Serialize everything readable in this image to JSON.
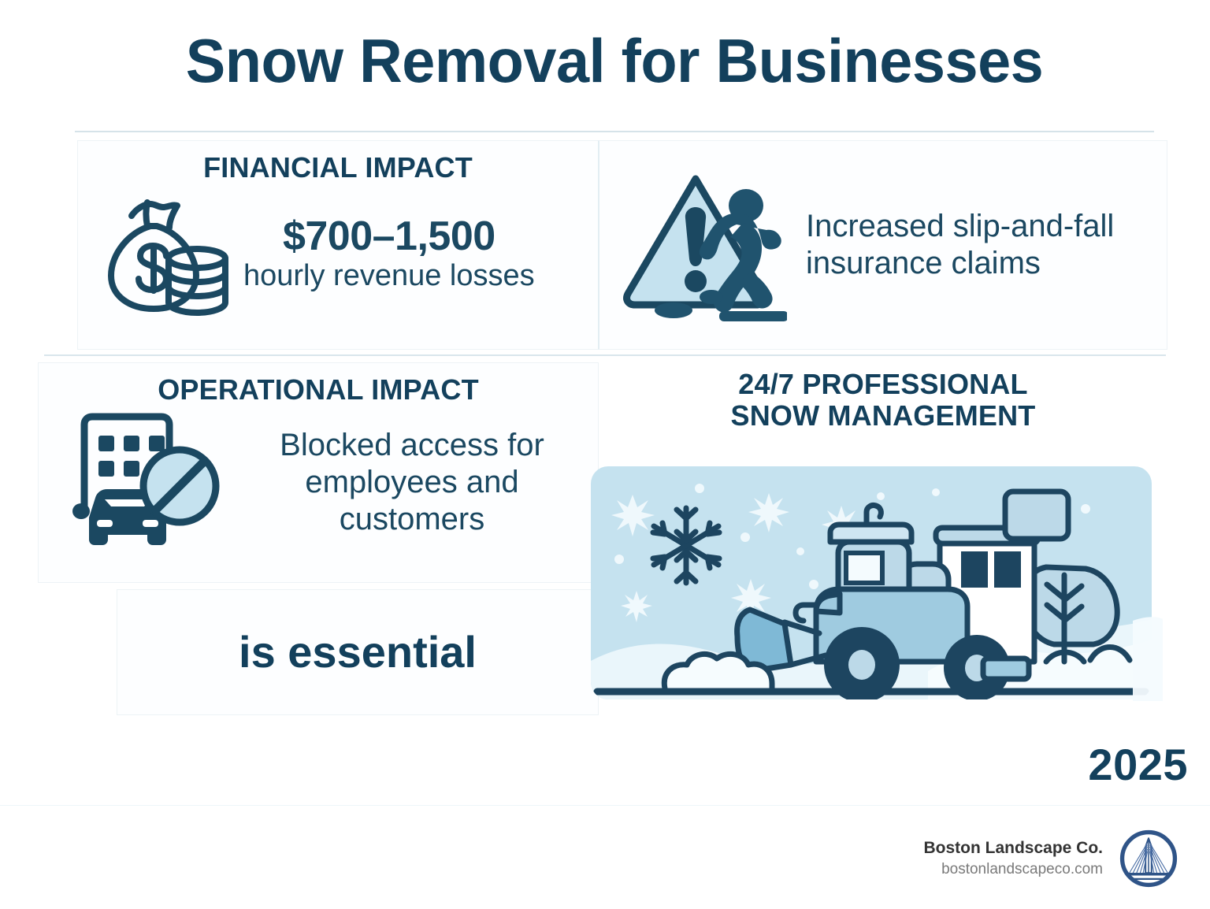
{
  "header": {
    "title": "Snow Removal for Businesses"
  },
  "panels": {
    "financial": {
      "heading": "FINANCIAL IMPACT",
      "icon": "money-bag-coins-icon",
      "amount": "$700–1,500",
      "caption": "hourly revenue losses"
    },
    "slip": {
      "icon": "warning-slip-and-fall-icon",
      "text": "Increased slip-and-fall insurance claims"
    },
    "operational": {
      "heading": "OPERATIONAL IMPACT",
      "icon": "blocked-building-car-icon",
      "text": "Blocked access for employees and customers"
    },
    "essential": {
      "text": "is essential"
    }
  },
  "right_column": {
    "heading_line1": "24/7 PROFESSIONAL",
    "heading_line2": "SNOW MANAGEMENT",
    "illustration": "snowplow-truck-winter-scene",
    "year": "2025"
  },
  "footer": {
    "brand": "Boston Landscape Co.",
    "url": "bostonlandscapeco.com",
    "logo": "zakim-bridge-circle-logo"
  },
  "colors": {
    "navy": "#13405c",
    "navy_soft": "#1b4861",
    "light_blue": "#c5e2ef",
    "pale_blue": "#dff0f7",
    "snow_white": "#f4fafd",
    "divider": "#d9e6ec",
    "logo_blue": "#2f5488"
  }
}
